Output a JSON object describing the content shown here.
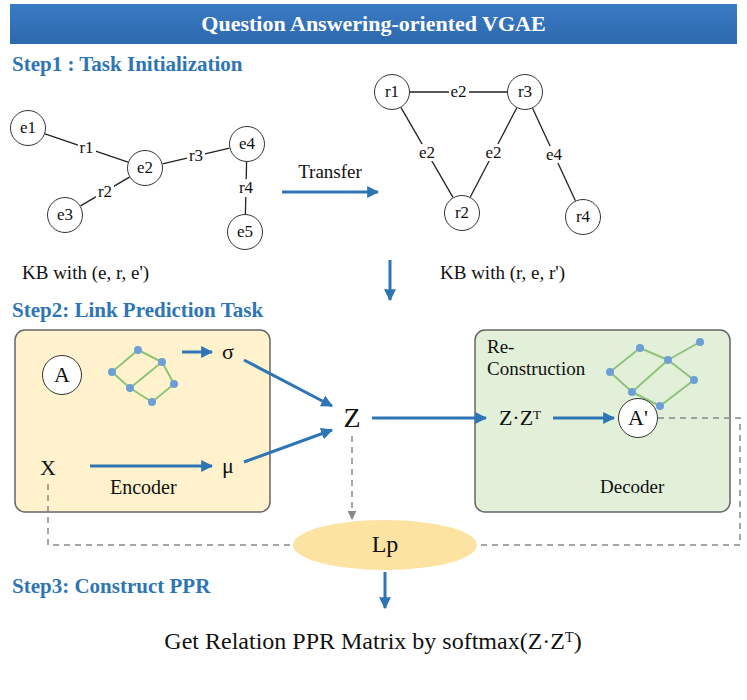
{
  "diagram": {
    "title": "Question Answering-oriented VGAE",
    "nodes": [
      {
        "text": [
          "e1"
        ]
      },
      {
        "text": [
          "e2"
        ]
      },
      {
        "text": [
          "e3"
        ]
      },
      {
        "text": [
          "e4"
        ]
      },
      {
        "text": [
          "e5"
        ]
      },
      {
        "text": [
          "r1"
        ]
      },
      {
        "text": [
          "r3"
        ]
      },
      {
        "text": [
          "r2"
        ]
      },
      {
        "text": [
          "r4"
        ]
      },
      {
        "text": [
          "Encoder"
        ]
      },
      {
        "text": [
          "A"
        ],
        "in": 9
      },
      {
        "text": [
          "Re- Construction",
          "Decoder"
        ]
      },
      {
        "text": [
          "A'"
        ],
        "in": 11
      },
      {
        "text": [
          "Lp"
        ]
      }
    ],
    "edges": [
      {
        "from": 0,
        "to": 1,
        "label": "r1",
        "arrow": "none"
      },
      {
        "from": 2,
        "to": 1,
        "label": "r2",
        "arrow": "none"
      },
      {
        "from": 1,
        "to": 3,
        "label": "r3",
        "arrow": "none"
      },
      {
        "from": 3,
        "to": 4,
        "label": "r4",
        "arrow": "none"
      },
      {
        "from": 5,
        "to": 6,
        "label": "e2",
        "arrow": "none"
      },
      {
        "from": 5,
        "to": 7,
        "label": "e2",
        "arrow": "none"
      },
      {
        "from": 7,
        "to": 6,
        "label": "e2",
        "arrow": "none"
      },
      {
        "from": 6,
        "to": 8,
        "label": "e4",
        "arrow": "none"
      },
      {
        "from": 12,
        "to": 13,
        "arrow": "none"
      }
    ],
    "labels": [
      "Step1 : Task Initialization",
      "Transfer",
      "KB with (e, r, e')",
      "KB with (r, e, r')",
      "Step2: Link Prediction Task",
      "X",
      "σ",
      "μ",
      "Z",
      "Z·Zᵀ",
      "Step3: Construct PPR",
      "Get Relation PPR Matrix by softmax(Z·Zᵀ)"
    ]
  }
}
